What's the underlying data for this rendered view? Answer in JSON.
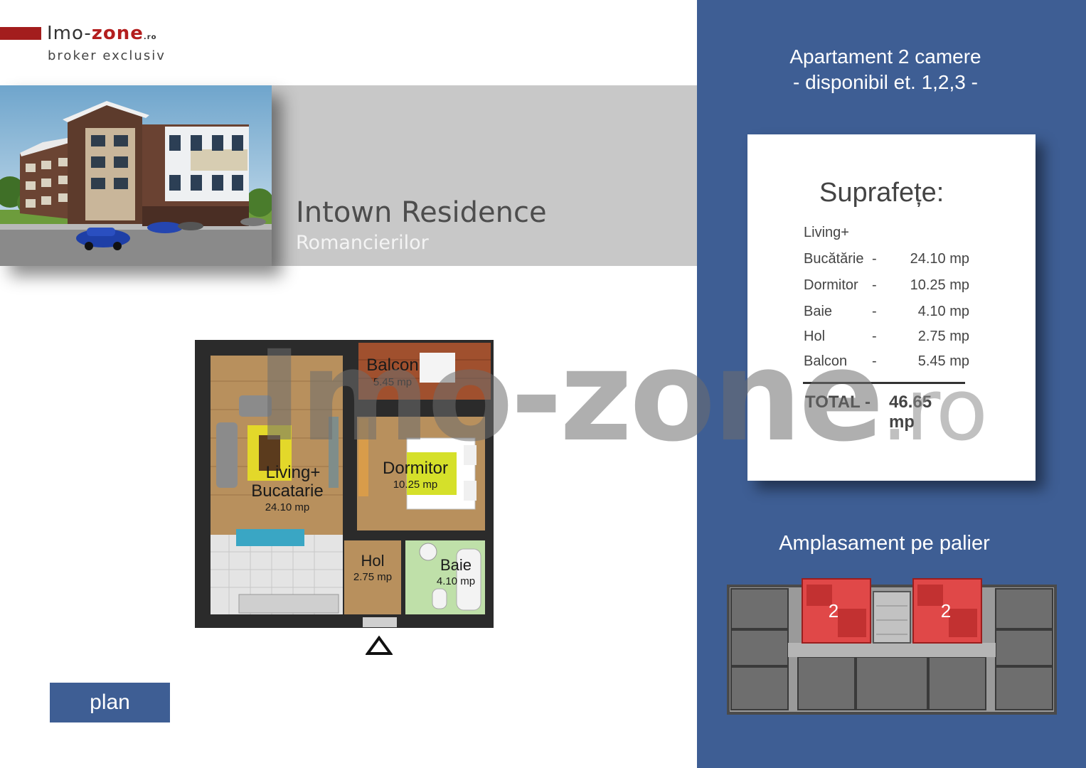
{
  "logo": {
    "brand_start": "Imo-",
    "brand_bold": "zone",
    "brand_ro": ".ro",
    "tagline": "broker exclusiv"
  },
  "banner": {
    "title": "Intown Residence",
    "subtitle": "Romancierilor"
  },
  "apartment": {
    "line1": "Apartament 2 camere",
    "line2": "- disponibil et. 1,2,3 -"
  },
  "surfaces": {
    "title": "Suprafețe:",
    "rows": [
      {
        "name": "Living+",
        "dash": "",
        "value": ""
      },
      {
        "name": "Bucătărie",
        "dash": "-",
        "value": "24.10 mp"
      },
      {
        "name": "Dormitor",
        "dash": "-",
        "value": "10.25 mp"
      },
      {
        "name": "Baie",
        "dash": "-",
        "value": "4.10 mp"
      },
      {
        "name": "Hol",
        "dash": "-",
        "value": "2.75 mp"
      },
      {
        "name": "Balcon",
        "dash": "-",
        "value": "5.45 mp"
      }
    ],
    "total_label": "TOTAL",
    "total_dash": "-",
    "total_value": "46.65 mp"
  },
  "placement": {
    "title": "Amplasament pe palier",
    "unit_left": "2",
    "unit_right": "2"
  },
  "plan": {
    "button": "plan",
    "rooms": {
      "balcon": "Balcon",
      "balcon_area": "5.45 mp",
      "living1": "Living+",
      "living2": "Bucatarie",
      "living_area": "24.10 mp",
      "dormitor": "Dormitor",
      "dormitor_area": "10.25 mp",
      "hol": "Hol",
      "hol_area": "2.75 mp",
      "baie": "Baie",
      "baie_area": "4.10 mp"
    }
  },
  "watermark": {
    "main": "Imo-zone",
    "suffix": ".ro"
  },
  "colors": {
    "panel_blue": "#3e5e94",
    "brand_red": "#a31d1d",
    "banner_grey": "#c8c8c8"
  }
}
